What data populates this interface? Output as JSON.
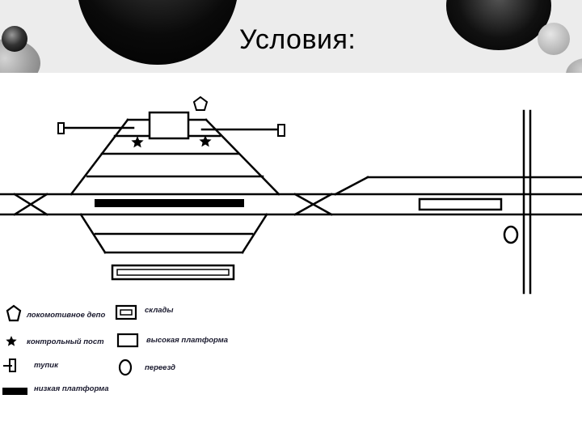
{
  "slide": {
    "title": "Условия:"
  },
  "legend": {
    "items": [
      {
        "icon": "pentagon-icon",
        "label": "локомотивное депо"
      },
      {
        "icon": "star-icon",
        "label": "контрольный пост"
      },
      {
        "icon": "dead-end-icon",
        "label": "тупик"
      },
      {
        "icon": "low-platform-icon",
        "label": "низкая платформа"
      },
      {
        "icon": "warehouse-icon",
        "label": "склады"
      },
      {
        "icon": "high-platform-icon",
        "label": "высокая платформа"
      },
      {
        "icon": "crossing-icon",
        "label": "переезд"
      }
    ]
  }
}
